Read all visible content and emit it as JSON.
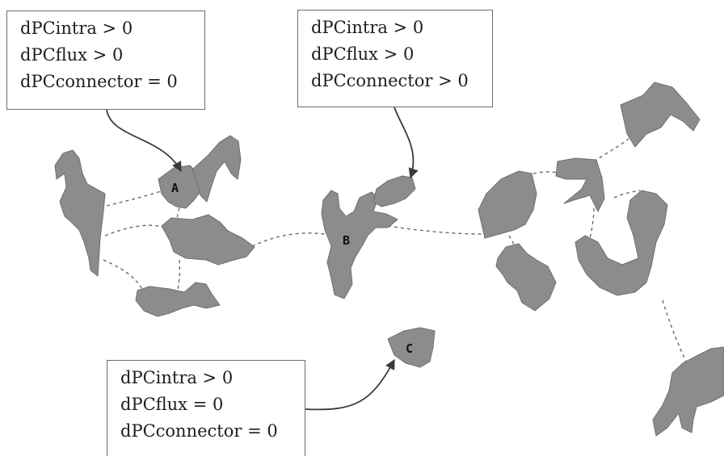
{
  "callouts": {
    "a": {
      "line1": "dPCintra > 0",
      "line2": "dPCflux > 0",
      "line3": "dPCconnector = 0"
    },
    "b": {
      "line1": "dPCintra > 0",
      "line2": "dPCflux > 0",
      "line3": "dPCconnector > 0"
    },
    "c": {
      "line1": "dPCintra > 0",
      "line2": "dPCflux = 0",
      "line3": "dPCconnector = 0"
    }
  },
  "patch_labels": {
    "a": "A",
    "b": "B",
    "c": "C"
  },
  "colors": {
    "patch_fill": "#8c8c8c",
    "link_stroke": "#6a6a6a",
    "arrow_stroke": "#3a3a3a",
    "box_border": "#6d6d6d"
  }
}
